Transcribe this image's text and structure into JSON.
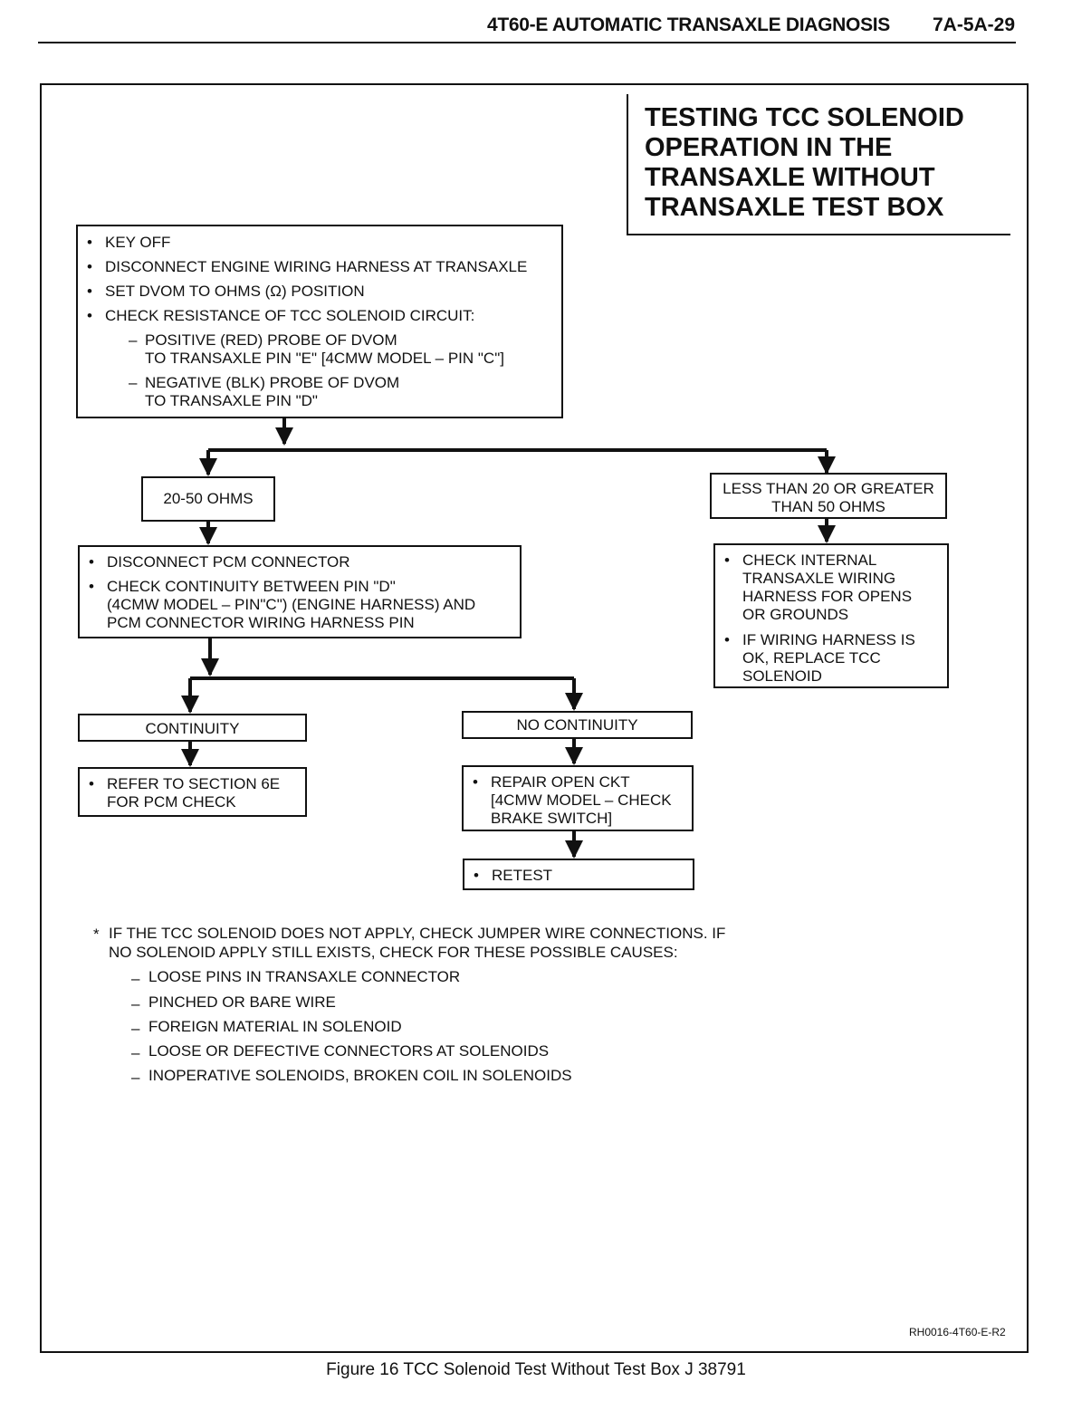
{
  "header": {
    "title": "4T60-E AUTOMATIC TRANSAXLE DIAGNOSIS",
    "page": "7A-5A-29"
  },
  "diagram_title": [
    "TESTING TCC SOLENOID",
    "OPERATION IN THE",
    "TRANSAXLE WITHOUT",
    "TRANSAXLE TEST BOX"
  ],
  "step1": {
    "bullets": [
      "KEY OFF",
      "DISCONNECT ENGINE WIRING HARNESS AT TRANSAXLE",
      "SET DVOM TO OHMS (Ω) POSITION",
      "CHECK RESISTANCE OF TCC SOLENOID CIRCUIT:"
    ],
    "sub1": [
      "POSITIVE (RED) PROBE OF DVOM",
      "TO TRANSAXLE PIN \"E\" [4CMW MODEL – PIN \"C\"]"
    ],
    "sub2": [
      "NEGATIVE (BLK) PROBE OF DVOM",
      "TO TRANSAXLE PIN \"D\""
    ]
  },
  "result_ok": "20-50 OHMS",
  "result_bad": [
    "LESS THAN 20 OR GREATER",
    "THAN 50 OHMS"
  ],
  "step_bad": {
    "b1": [
      "CHECK INTERNAL",
      "TRANSAXLE WIRING",
      "HARNESS FOR OPENS",
      "OR GROUNDS"
    ],
    "b2": [
      "IF WIRING HARNESS IS",
      "OK, REPLACE TCC",
      "SOLENOID"
    ]
  },
  "step2": {
    "b1": "DISCONNECT PCM CONNECTOR",
    "b2": [
      "CHECK CONTINUITY BETWEEN PIN \"D\"",
      "(4CMW MODEL – PIN\"C\") (ENGINE HARNESS) AND",
      "PCM CONNECTOR WIRING HARNESS PIN"
    ]
  },
  "continuity": "CONTINUITY",
  "no_continuity": "NO CONTINUITY",
  "refer": [
    "REFER TO SECTION 6E",
    "FOR PCM CHECK"
  ],
  "repair": [
    "REPAIR OPEN CKT",
    "[4CMW MODEL – CHECK",
    "BRAKE SWITCH]"
  ],
  "retest": "RETEST",
  "note": {
    "star": "*",
    "lines": [
      "IF THE TCC SOLENOID DOES NOT APPLY, CHECK JUMPER WIRE CONNECTIONS. IF",
      "NO SOLENOID APPLY STILL EXISTS, CHECK FOR THESE POSSIBLE CAUSES:"
    ],
    "causes": [
      "LOOSE PINS IN TRANSAXLE CONNECTOR",
      "PINCHED OR BARE WIRE",
      "FOREIGN MATERIAL IN SOLENOID",
      "LOOSE OR DEFECTIVE CONNECTORS AT SOLENOIDS",
      "INOPERATIVE SOLENOIDS, BROKEN COIL IN SOLENOIDS"
    ]
  },
  "figure_code": "RH0016-4T60-E-R2",
  "caption": "Figure 16  TCC Solenoid Test Without Test Box J 38791"
}
